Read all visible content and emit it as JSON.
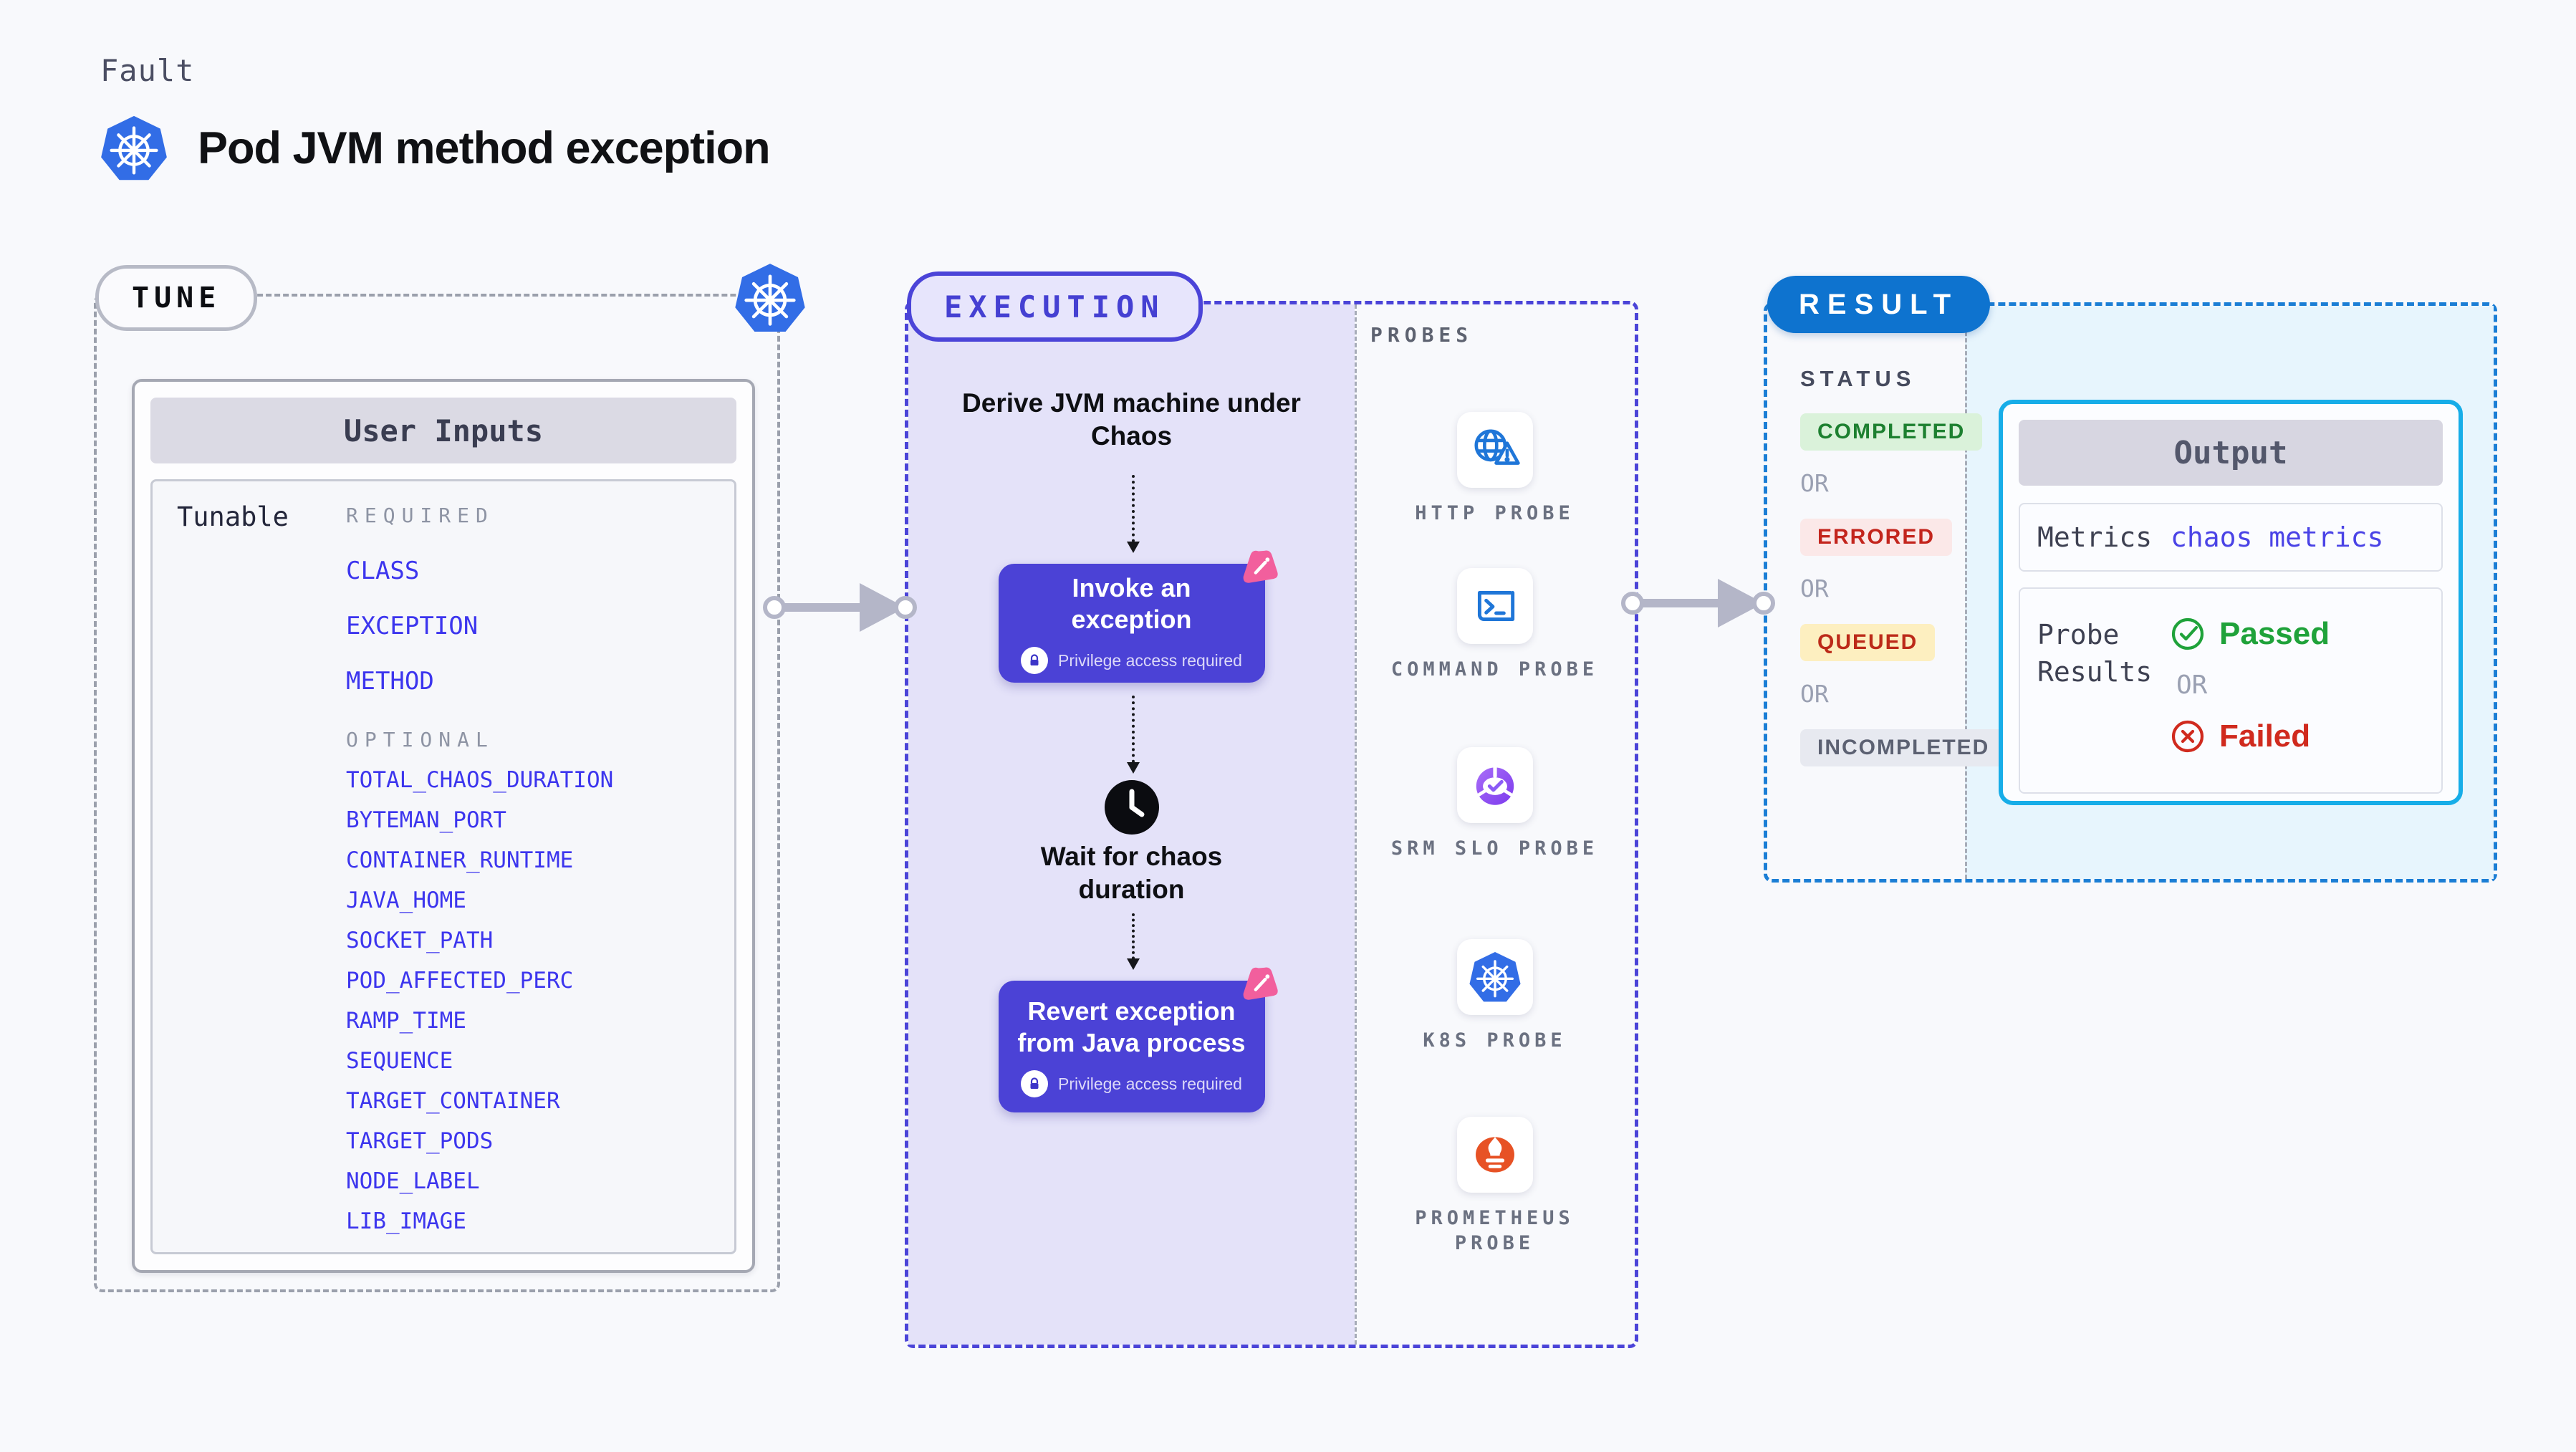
{
  "header": {
    "eyebrow": "Fault",
    "title": "Pod JVM method exception"
  },
  "tune": {
    "badge": "TUNE",
    "card_title": "User Inputs",
    "row_label": "Tunable",
    "required_label": "REQUIRED",
    "optional_label": "OPTIONAL",
    "required_items": [
      "CLASS",
      "EXCEPTION",
      "METHOD"
    ],
    "optional_items": [
      "TOTAL_CHAOS_DURATION",
      "BYTEMAN_PORT",
      "CONTAINER_RUNTIME",
      "JAVA_HOME",
      "SOCKET_PATH",
      "POD_AFFECTED_PERC",
      "RAMP_TIME",
      "SEQUENCE",
      "TARGET_CONTAINER",
      "TARGET_PODS",
      "NODE_LABEL",
      "LIB_IMAGE"
    ]
  },
  "execution": {
    "badge": "EXECUTION",
    "steps": {
      "derive": "Derive JVM machine under Chaos",
      "invoke": "Invoke an exception",
      "privilege_note": "Privilege access required",
      "wait": "Wait for chaos duration",
      "revert": "Revert exception from Java process"
    }
  },
  "probes": {
    "label": "PROBES",
    "items": [
      {
        "icon": "http-probe-icon",
        "label": "HTTP PROBE"
      },
      {
        "icon": "command-probe-icon",
        "label": "COMMAND PROBE"
      },
      {
        "icon": "srm-slo-probe-icon",
        "label": "SRM SLO PROBE"
      },
      {
        "icon": "k8s-probe-icon",
        "label": "K8S PROBE"
      },
      {
        "icon": "prometheus-probe-icon",
        "label": "PROMETHEUS PROBE"
      }
    ]
  },
  "result": {
    "badge": "RESULT",
    "status_label": "STATUS",
    "or_label": "OR",
    "statuses": [
      {
        "label": "COMPLETED",
        "bg": "#daf2da",
        "color": "#1d8030"
      },
      {
        "label": "ERRORED",
        "bg": "#fbe8e8",
        "color": "#c3251d"
      },
      {
        "label": "QUEUED",
        "bg": "#fdefc0",
        "color": "#bc2a19"
      },
      {
        "label": "INCOMPLETED",
        "bg": "#e7e9f0",
        "color": "#5c6172"
      }
    ],
    "output": {
      "title": "Output",
      "metrics_label": "Metrics",
      "metrics_value": "chaos metrics",
      "probe_results_label": "Probe Results",
      "passed": "Passed",
      "or": "OR",
      "failed": "Failed"
    }
  },
  "colors": {
    "page_bg": "#f8f9fc",
    "tunable_item_blue": "#3c35ee",
    "execution_indigo": "#4b44d8",
    "execution_lavender": "#e4e2f9",
    "step_button_indigo": "#4b42d6",
    "chaos_pink": "#f25f9d",
    "result_blue": "#0e73cf",
    "result_dash_blue": "#1b7ed5",
    "output_border_cyan": "#17ade8",
    "output_area_cyan": "#e7f5fd",
    "passed_green": "#1fa23a",
    "failed_red": "#d02a1e",
    "kubernetes_blue": "#326de6",
    "probe_icon_blue": "#1f76d8",
    "srm_purple": "#8b5cf6",
    "prometheus_orange": "#e75225",
    "arrow_gray": "#b4b6c8"
  }
}
